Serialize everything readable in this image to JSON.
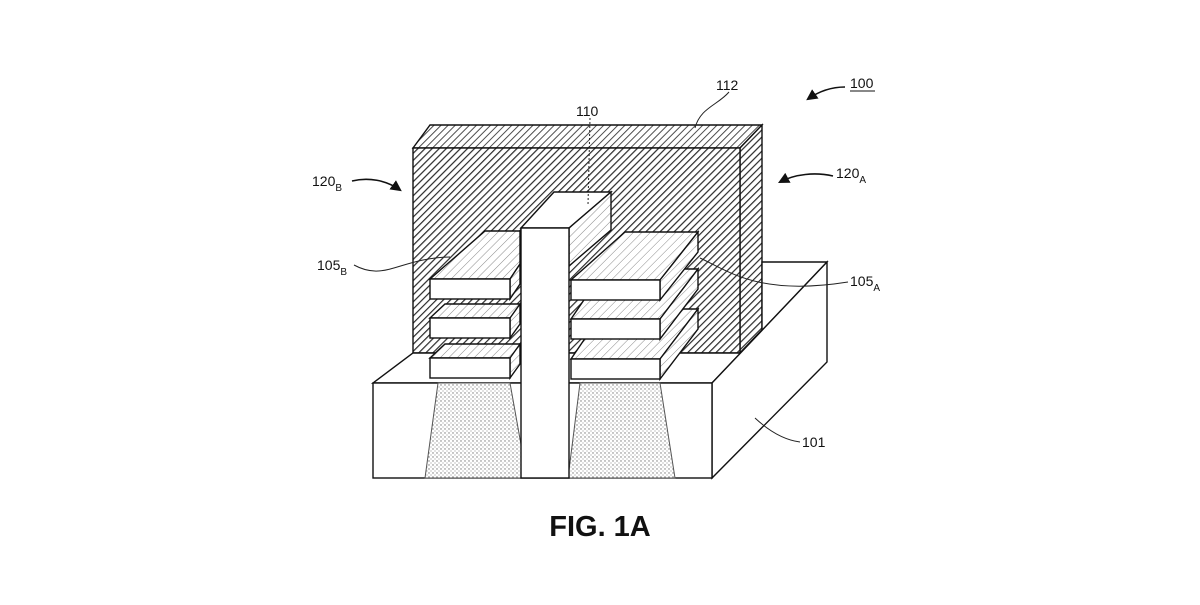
{
  "figure": {
    "caption": "FIG. 1A",
    "device_label": "100",
    "colors": {
      "line": "#111111",
      "gate_fill": "#5a5a5a",
      "nanosheet_fill": "#dcdcdc",
      "substrate_fill": "#ffffff"
    }
  },
  "labels": {
    "gate_cap": {
      "main": "112"
    },
    "dielectric_wall": {
      "main": "110"
    },
    "transistor_a": {
      "main": "120",
      "sub": "A"
    },
    "transistor_b": {
      "main": "120",
      "sub": "B"
    },
    "nanosheets_a": {
      "main": "105",
      "sub": "A"
    },
    "nanosheets_b": {
      "main": "105",
      "sub": "B"
    },
    "substrate": {
      "main": "101"
    }
  }
}
